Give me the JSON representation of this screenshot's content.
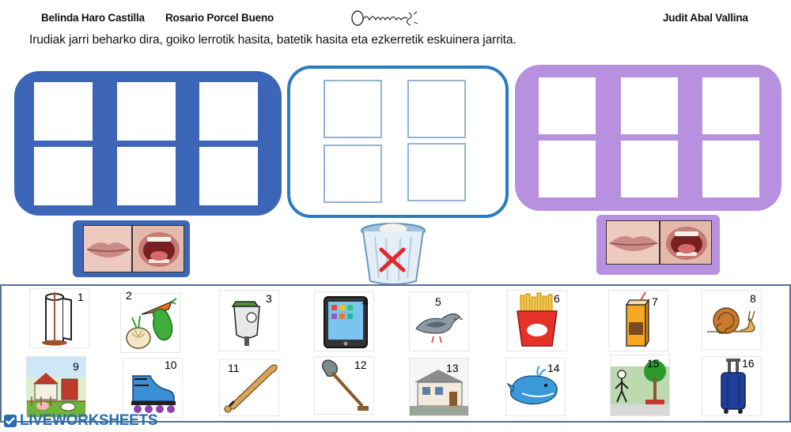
{
  "header": {
    "author1": "Belinda Haro Castilla",
    "author2": "Rosario Porcel Bueno",
    "author3": "Judit Abal Vallina",
    "logo_icon": "handwritten-logo-icon"
  },
  "instructions": "Irudiak jarri beharko dira, goiko lerrotik hasita, batetik hasita eta ezkerretik eskuinera jarrita.",
  "colors": {
    "left_panel": "#3d66b8",
    "middle_panel_border": "#2a7cc0",
    "right_panel": "#b791df",
    "brand": "#2a6cb2"
  },
  "panels": {
    "left_icon": "closed-lips-icon",
    "middle_icon": "trash-bin-icon",
    "right_icon": "open-mouth-icon"
  },
  "cards": [
    {
      "number": "1",
      "icon": "paper-towel-icon"
    },
    {
      "number": "2",
      "icon": "vegetables-icon"
    },
    {
      "number": "3",
      "icon": "litter-bin-icon"
    },
    {
      "number": "4",
      "icon": "tablet-icon"
    },
    {
      "number": "5",
      "icon": "pigeon-icon"
    },
    {
      "number": "6",
      "icon": "french-fries-icon"
    },
    {
      "number": "7",
      "icon": "juice-box-icon"
    },
    {
      "number": "8",
      "icon": "snail-icon"
    },
    {
      "number": "9",
      "icon": "farm-icon"
    },
    {
      "number": "10",
      "icon": "roller-skate-icon"
    },
    {
      "number": "11",
      "icon": "baseball-bat-icon"
    },
    {
      "number": "12",
      "icon": "shovel-icon"
    },
    {
      "number": "13",
      "icon": "house-icon"
    },
    {
      "number": "14",
      "icon": "whale-icon"
    },
    {
      "number": "15",
      "icon": "street-icon"
    },
    {
      "number": "16",
      "icon": "suitcase-icon"
    }
  ],
  "footer": {
    "brand": "LIVEWORKSHEETS",
    "icon": "liveworksheets-logo-icon"
  }
}
